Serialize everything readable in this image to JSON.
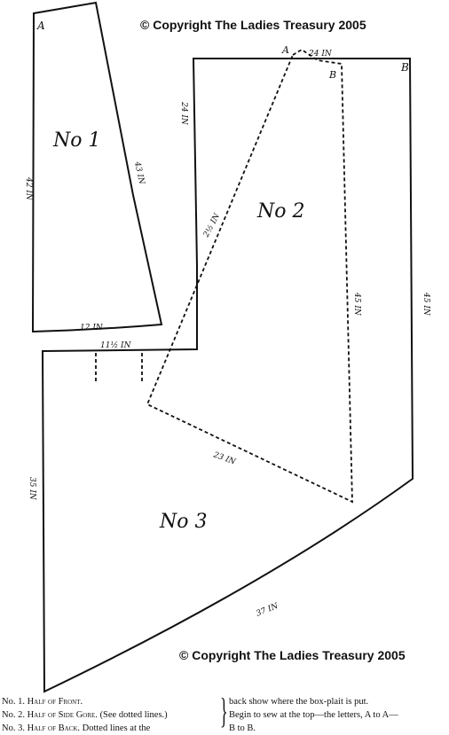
{
  "copyright": {
    "top": "© Copyright The Ladies Treasury 2005",
    "bottom": "© Copyright The Ladies Treasury 2005"
  },
  "pieces": {
    "no1": {
      "title": "No 1",
      "point_a": "A",
      "left_side": "42 IN",
      "right_side": "43 IN",
      "bottom": "12 IN"
    },
    "no2": {
      "title": "No 2",
      "point_a": "A",
      "point_b": "B",
      "top": "24 IN",
      "diagonal": "2½ IN",
      "right_side": "45 IN",
      "bottom": "23 IN",
      "point_b_outer": "B"
    },
    "no3": {
      "title": "No 3",
      "top_offset": "11½ IN",
      "left_side": "35 IN",
      "right_side": "45 IN",
      "bottom": "37 IN",
      "back_top": "24 IN"
    }
  },
  "legend": {
    "line1_no": "No. 1.",
    "line1_text": "Half of Front.",
    "line2_no": "No. 2.",
    "line2_text": "Half of Side Gore.",
    "line2_note": "(See dotted lines.)",
    "line3_no": "No. 3.",
    "line3_text": "Half of Back.",
    "line3_note": "Dotted lines at the",
    "right1": "back show where the box-plait is put.",
    "right2": "Begin to sew at the top—the letters, A to A—",
    "right3": "B to B."
  }
}
